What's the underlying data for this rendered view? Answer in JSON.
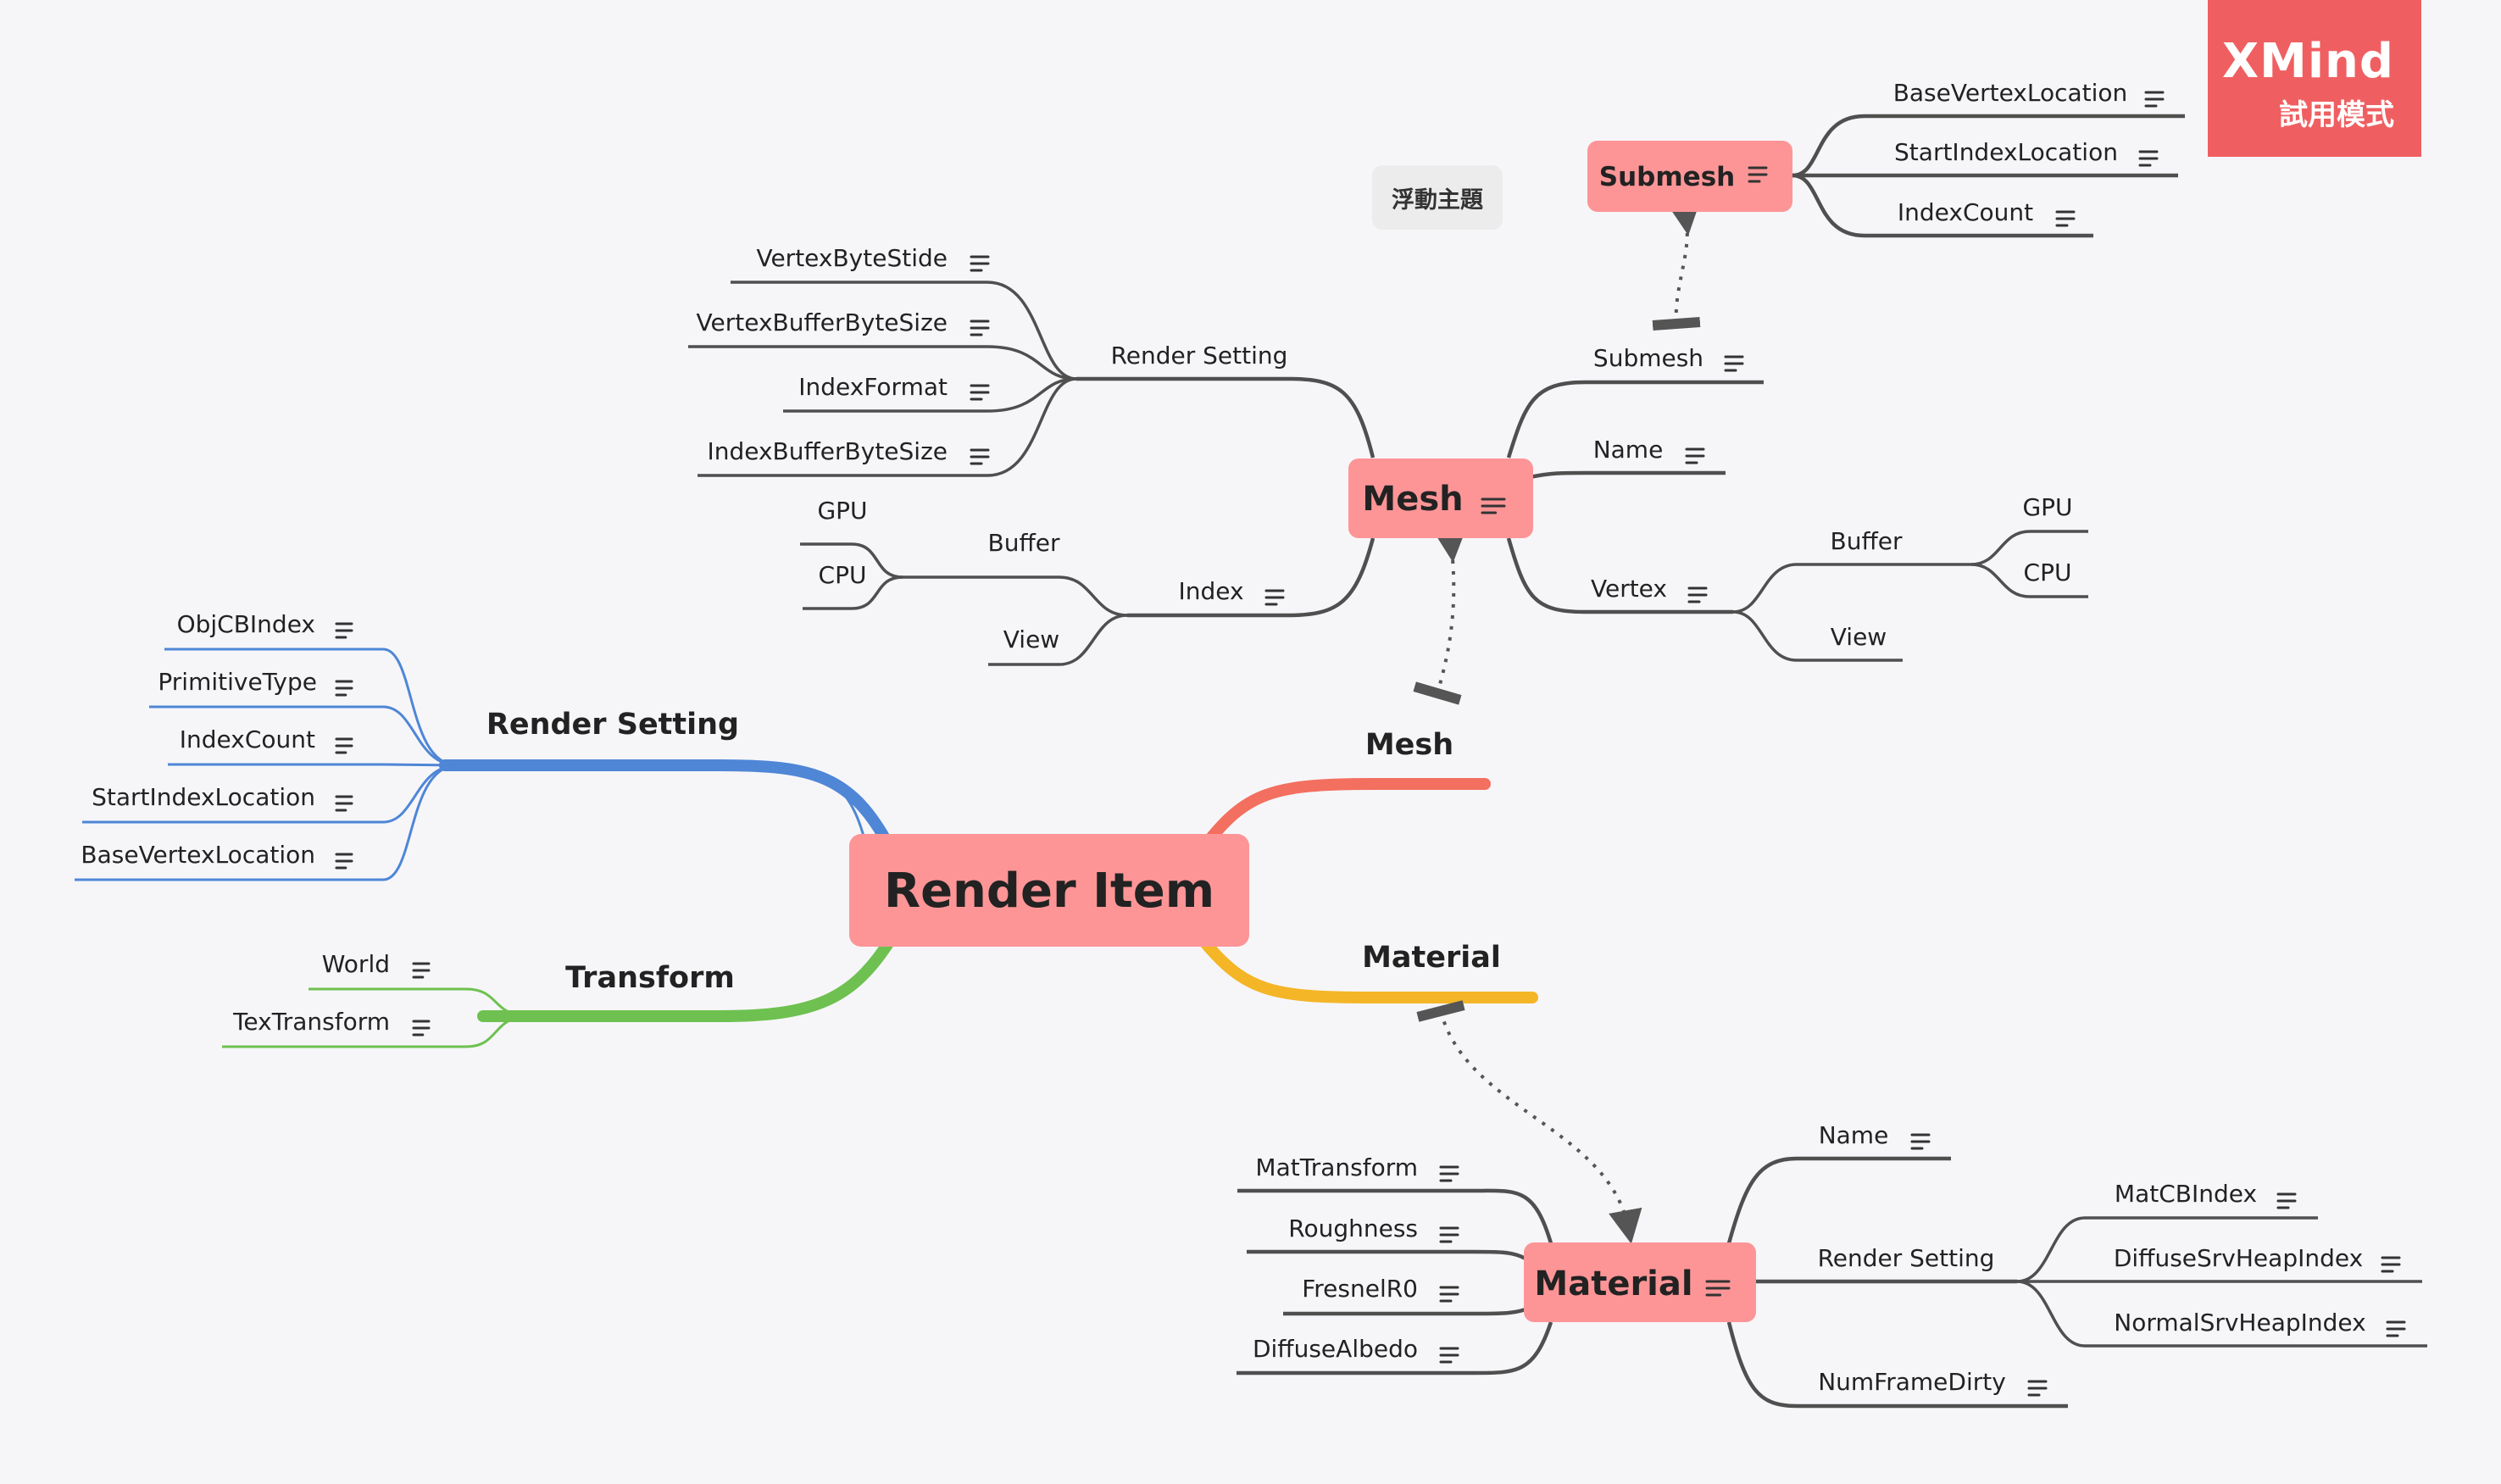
{
  "watermark": {
    "logo": "XMind",
    "mode": "試用模式"
  },
  "floating_topic": "浮動主題",
  "central": "Render Item",
  "branches": {
    "render_setting": {
      "label": "Render Setting",
      "items": [
        "ObjCBIndex",
        "PrimitiveType",
        "IndexCount",
        "StartIndexLocation",
        "BaseVertexLocation"
      ]
    },
    "transform": {
      "label": "Transform",
      "items": [
        "World",
        "TexTransform"
      ]
    },
    "mesh": {
      "label": "Mesh"
    },
    "material": {
      "label": "Material"
    }
  },
  "mesh_topic": {
    "label": "Mesh",
    "render_setting": {
      "label": "Render Setting",
      "items": [
        "VertexByteStide",
        "VertexBufferByteSize",
        "IndexFormat",
        "IndexBufferByteSize"
      ]
    },
    "index": {
      "label": "Index",
      "buffer": {
        "label": "Buffer",
        "items": [
          "GPU",
          "CPU"
        ]
      },
      "view": "View"
    },
    "submesh": "Submesh",
    "name": "Name",
    "vertex": {
      "label": "Vertex",
      "buffer": {
        "label": "Buffer",
        "items": [
          "GPU",
          "CPU"
        ]
      },
      "view": "View"
    }
  },
  "submesh_topic": {
    "label": "Submesh",
    "items": [
      "BaseVertexLocation",
      "StartIndexLocation",
      "IndexCount"
    ]
  },
  "material_topic": {
    "label": "Material",
    "left_items": [
      "MatTransform",
      "Roughness",
      "FresnelR0",
      "DiffuseAlbedo"
    ],
    "name": "Name",
    "render_setting": {
      "label": "Render Setting",
      "items": [
        "MatCBIndex",
        "DiffuseSrvHeapIndex",
        "NormalSrvHeapIndex"
      ]
    },
    "num_frame_dirty": "NumFrameDirty"
  },
  "colors": {
    "background": "#f6f6f9",
    "topic_fill": "#fd9597",
    "line_dark": "#4f4f4f",
    "branch_blue": "#4f86d6",
    "branch_green": "#6ec150",
    "branch_red": "#f36f5f",
    "branch_yellow": "#f4b526",
    "watermark": "#ef5f61"
  }
}
